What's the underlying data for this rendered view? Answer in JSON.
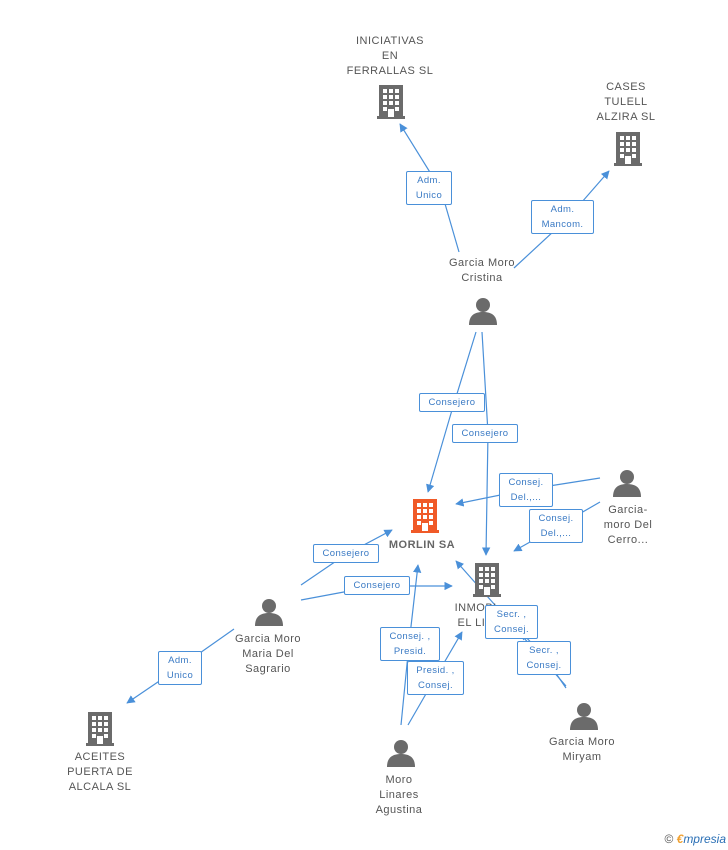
{
  "nodes": {
    "iniciativas": {
      "label": "INICIATIVAS\nEN\nFERRALLAS SL",
      "type": "company"
    },
    "cases": {
      "label": "CASES\nTULELL\nALZIRA SL",
      "type": "company"
    },
    "cristina": {
      "label": "Garcia Moro\nCristina",
      "type": "person"
    },
    "morlin": {
      "label": "MORLIN SA",
      "type": "company-focus"
    },
    "inmob": {
      "label": "INMOBI...\nEL LIN...",
      "type": "company"
    },
    "garcia_moro_del_cerro": {
      "label": "Garcia-\nmoro Del\nCerro...",
      "type": "person"
    },
    "maria": {
      "label": "Garcia Moro\nMaria Del\nSagrario",
      "type": "person"
    },
    "aceites": {
      "label": "ACEITES\nPUERTA DE\nALCALA SL",
      "type": "company"
    },
    "agustina": {
      "label": "Moro\nLinares\nAgustina",
      "type": "person"
    },
    "miryam": {
      "label": "Garcia Moro\nMiryam",
      "type": "person"
    }
  },
  "edges": [
    {
      "id": "e1",
      "label": "Adm.\nUnico"
    },
    {
      "id": "e2",
      "label": "Adm.\nMancom."
    },
    {
      "id": "e3",
      "label": "Consejero"
    },
    {
      "id": "e4",
      "label": "Consejero"
    },
    {
      "id": "e5",
      "label": "Consej.\nDel.,..."
    },
    {
      "id": "e6",
      "label": "Consej.\nDel.,..."
    },
    {
      "id": "e7",
      "label": "Consejero"
    },
    {
      "id": "e8",
      "label": "Consejero"
    },
    {
      "id": "e9",
      "label": "Adm.\nUnico"
    },
    {
      "id": "e10",
      "label": "Consej. ,\nPresid."
    },
    {
      "id": "e11",
      "label": "Presid. ,\nConsej."
    },
    {
      "id": "e12",
      "label": "Secr. ,\nConsej."
    },
    {
      "id": "e13",
      "label": "Secr. ,\nConsej."
    }
  ],
  "colors": {
    "edge": "#4a90d9",
    "node": "#6b6b6b",
    "focus": "#f05a28"
  },
  "watermark": {
    "copyright": "©",
    "e": "€",
    "brand": "mpresia"
  }
}
